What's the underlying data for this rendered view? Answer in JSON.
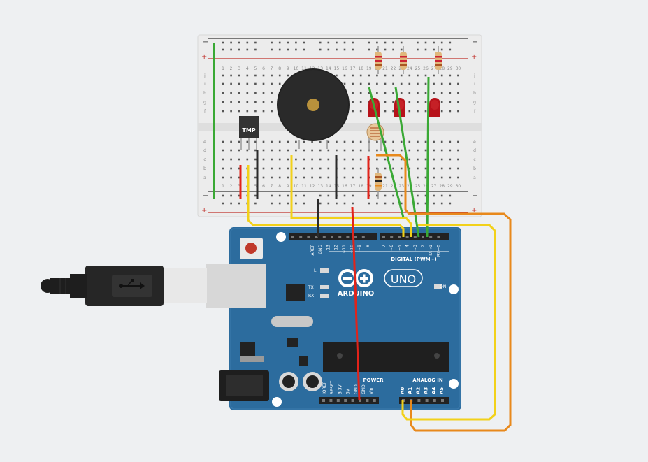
{
  "breadboard": {
    "plus": "+",
    "minus": "−",
    "column_numbers_top": [
      "1",
      "2",
      "3",
      "4",
      "5",
      "6",
      "7",
      "8",
      "9",
      "10",
      "11",
      "12",
      "13",
      "14",
      "15",
      "16",
      "17",
      "18",
      "19",
      "20",
      "21",
      "22",
      "23",
      "24",
      "25",
      "26",
      "27",
      "28",
      "29",
      "30"
    ],
    "row_letters_top": [
      "j",
      "i",
      "h",
      "g",
      "f"
    ],
    "row_letters_bottom": [
      "e",
      "d",
      "c",
      "b",
      "a"
    ]
  },
  "components": {
    "temp_sensor": {
      "label": "TMP"
    }
  },
  "arduino": {
    "brand": "ARDUINO",
    "model": "UNO",
    "on_label": "ON",
    "l_label": "L",
    "tx_label": "TX",
    "rx_label": "RX",
    "digital_label": "DIGITAL (PWM~)",
    "power_label": "POWER",
    "analog_label": "ANALOG IN",
    "top_pins": [
      "AREF",
      "GND",
      "13",
      "12",
      "~11",
      "~10",
      "~9",
      "8",
      "7",
      "~6",
      "~5",
      "4",
      "~3",
      "2",
      "TX→1",
      "RX←0"
    ],
    "power_pins": [
      "IOREF",
      "RESET",
      "3.3V",
      "5V",
      "GND",
      "GND",
      "Vin"
    ],
    "analog_pins": [
      "A0",
      "A1",
      "A2",
      "A3",
      "A4",
      "A5"
    ]
  },
  "colors": {
    "board": "#2c6c9e",
    "wire_red": "#e2231a",
    "wire_green": "#3aa935",
    "wire_yellow": "#f2d11a",
    "wire_orange": "#e8891c",
    "wire_black": "#2b2b2b",
    "led_red": "#b7121a"
  }
}
